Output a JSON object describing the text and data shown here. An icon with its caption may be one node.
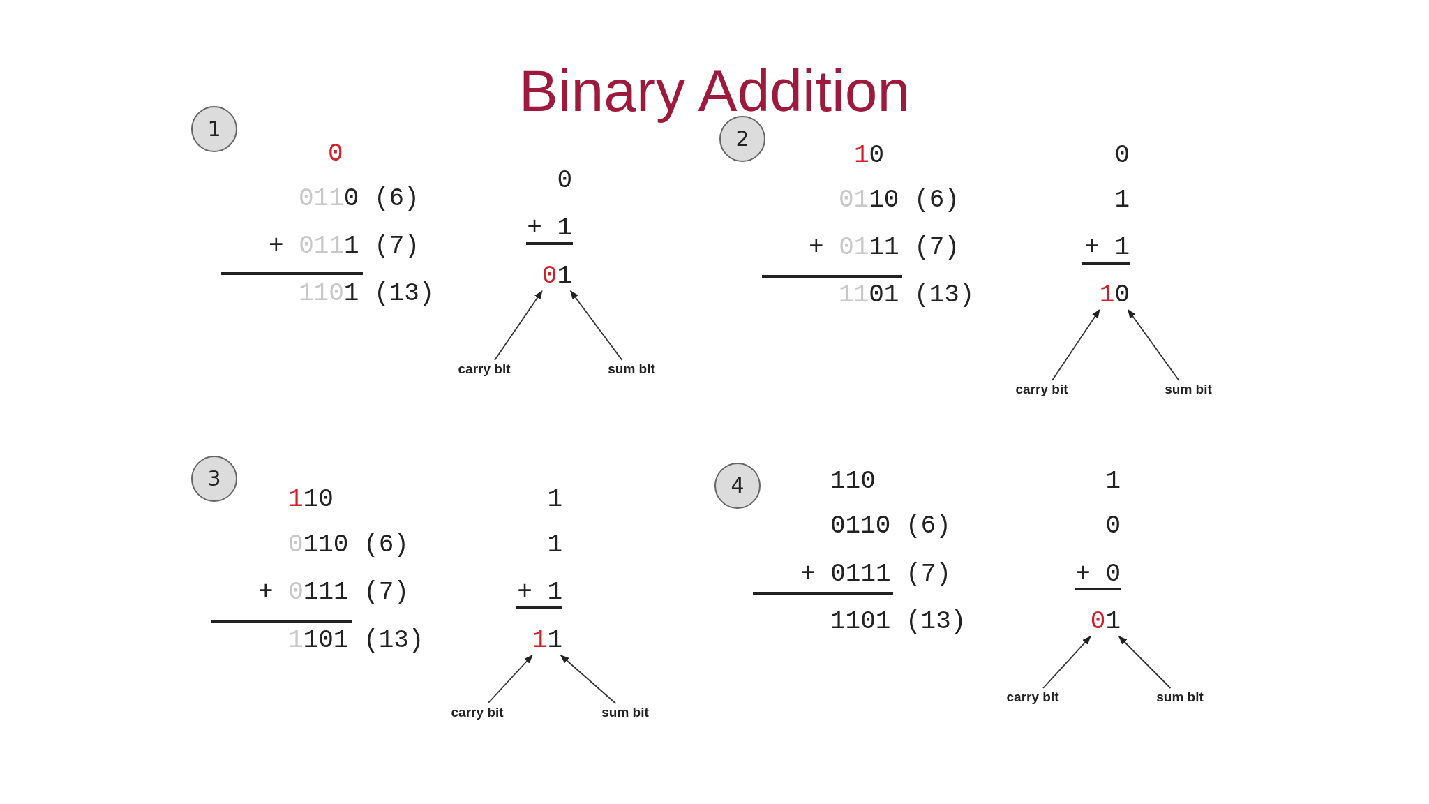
{
  "diagram": {
    "title": "Binary Addition",
    "nodes": [
      {
        "text": [
          "1"
        ]
      },
      {
        "text": [
          "01"
        ]
      },
      {
        "text": [
          "carry bit"
        ]
      },
      {
        "text": [
          "sum bit"
        ]
      },
      {
        "text": [
          "2"
        ]
      },
      {
        "text": [
          "10"
        ]
      },
      {
        "text": [
          "carry bit"
        ]
      },
      {
        "text": [
          "sum bit"
        ]
      },
      {
        "text": [
          "3"
        ]
      },
      {
        "text": [
          "11"
        ]
      },
      {
        "text": [
          "carry bit"
        ]
      },
      {
        "text": [
          "sum bit"
        ]
      },
      {
        "text": [
          "4"
        ]
      },
      {
        "text": [
          "01"
        ]
      },
      {
        "text": [
          "carry bit"
        ]
      },
      {
        "text": [
          "sum bit"
        ]
      }
    ],
    "edges": [
      {
        "from": 2,
        "to": 1,
        "arrow": "to"
      },
      {
        "from": 3,
        "to": 1,
        "arrow": "to"
      },
      {
        "from": 6,
        "to": 5,
        "arrow": "to"
      },
      {
        "from": 7,
        "to": 5,
        "arrow": "to"
      },
      {
        "from": 10,
        "to": 9,
        "arrow": "to"
      },
      {
        "from": 11,
        "to": 9,
        "arrow": "to"
      },
      {
        "from": 14,
        "to": 13,
        "arrow": "to"
      },
      {
        "from": 15,
        "to": 13,
        "arrow": "to"
      }
    ],
    "labels": [
      "0",
      "0110 (6)",
      "+ 0111 (7)",
      "1101 (13)",
      "0",
      "+ 1",
      "10",
      "0110 (6)",
      "+ 0111 (7)",
      "1101 (13)",
      "0",
      "1",
      "+ 1",
      "110",
      "0110 (6)",
      "+ 0111 (7)",
      "1101 (13)",
      "1",
      "1",
      "+ 1",
      "110",
      "0110 (6)",
      "+ 0111 (7)",
      "1101 (13)",
      "1",
      "0",
      "+ 0"
    ]
  }
}
